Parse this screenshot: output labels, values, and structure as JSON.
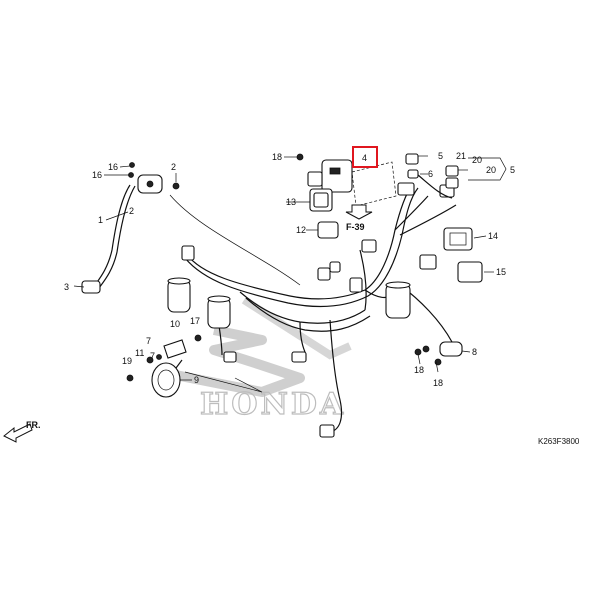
{
  "labels": {
    "n1": "1",
    "n2a": "2",
    "n2b": "2",
    "n3": "3",
    "n4": "4",
    "n5a": "5",
    "n5b": "5",
    "n6": "6",
    "n7a": "7",
    "n7b": "7",
    "n8": "8",
    "n9": "9",
    "n10": "10",
    "n11": "11",
    "n12": "12",
    "n13": "13",
    "n14": "14",
    "n15": "15",
    "n16a": "16",
    "n16b": "16",
    "n17": "17",
    "n18a": "18",
    "n18b": "18",
    "n18c": "18",
    "n19": "19",
    "n20a": "20",
    "n20b": "20",
    "n21": "21"
  },
  "ref": "F-39",
  "code": "K263F3800",
  "front": "FR.",
  "logo": "HONDA",
  "highlight_color": "#e0161f"
}
